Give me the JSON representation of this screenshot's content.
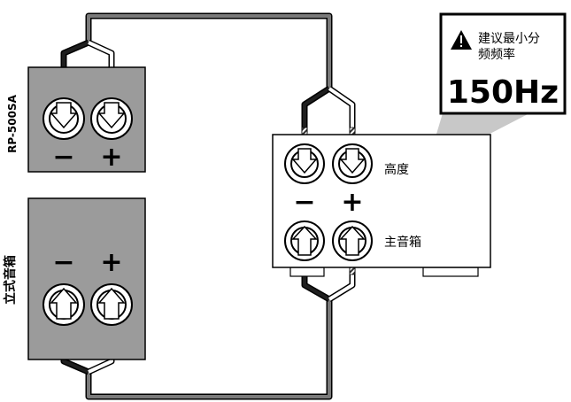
{
  "sub_speaker": {
    "model": "RP-500SA",
    "minus": "−",
    "plus": "+"
  },
  "main_speaker": {
    "label": "立式音箱",
    "minus": "−",
    "plus": "+"
  },
  "amplifier": {
    "high_label": "高度",
    "main_label": "主音箱",
    "minus": "−",
    "plus": "+"
  },
  "callout": {
    "warning_icon": "warning-triangle-icon",
    "note_line1": "建议最小分",
    "note_line2": "频频率",
    "frequency": "150Hz"
  },
  "colors": {
    "panel": "#9b9b9b",
    "wire_dark": "#1f1f1f",
    "wire_light": "#ffffff",
    "wire_grey": "#7a7a7a"
  }
}
